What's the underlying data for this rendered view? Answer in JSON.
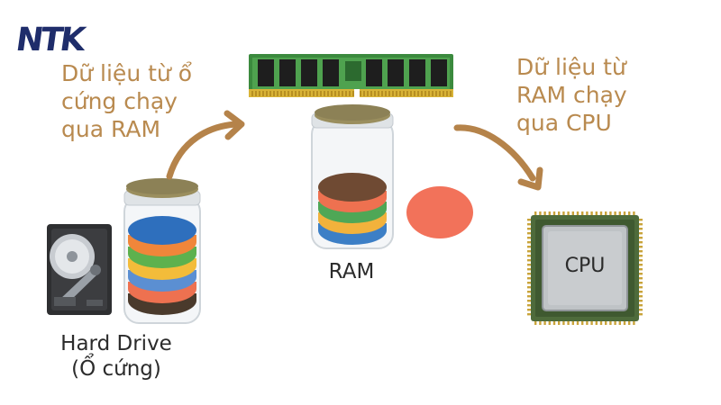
{
  "brand": {
    "logo_text": "NTK",
    "accent_color": "#1f2d6b"
  },
  "captions": {
    "hdd_to_ram": [
      "Dữ liệu từ ổ",
      "cứng chạy",
      "qua RAM"
    ],
    "ram_to_cpu": [
      "Dữ liệu từ",
      "RAM chạy",
      "qua CPU"
    ],
    "color": "#b98a4f"
  },
  "labels": {
    "hard_drive": [
      "Hard Drive",
      "(Ổ cứng)"
    ],
    "ram": "RAM",
    "cpu": "CPU"
  },
  "icons": {
    "hard_drive": "hard-drive-icon",
    "ram_module": "ram-module-icon",
    "cpu_chip": "cpu-chip-icon",
    "jar": "jar-icon",
    "arrow": "curved-arrow-icon"
  },
  "jars": {
    "hard_drive_disc_colors": [
      "#4a3a2c",
      "#ee7150",
      "#5b8fd2",
      "#f3bc3a",
      "#5db14e",
      "#f0863a",
      "#2e6fbd"
    ],
    "ram_disc_colors": [
      "#3c7fc6",
      "#f2b23c",
      "#4fa756",
      "#ee7150",
      "#6f4a33"
    ],
    "loose_disc_color": "#f2725a",
    "lid_color": "#8c8156"
  }
}
